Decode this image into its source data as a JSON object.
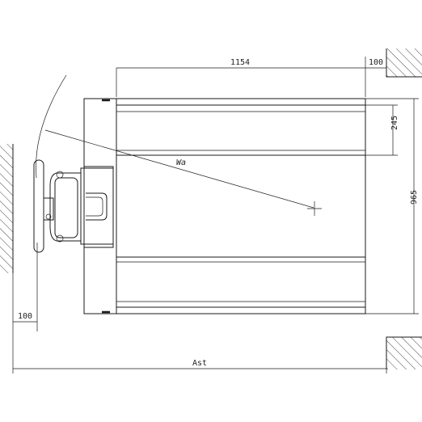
{
  "dimensions": {
    "fork_length": "1154",
    "rear_clearance": "100",
    "fork_width": "245",
    "overall_width": "965",
    "front_clearance": "100",
    "aisle_width": "Ast",
    "turning_radius": "Wa"
  },
  "icons": {
    "wall_hatch": "wall-hatch-icon",
    "center_of_rotation": "crosshair-icon"
  }
}
